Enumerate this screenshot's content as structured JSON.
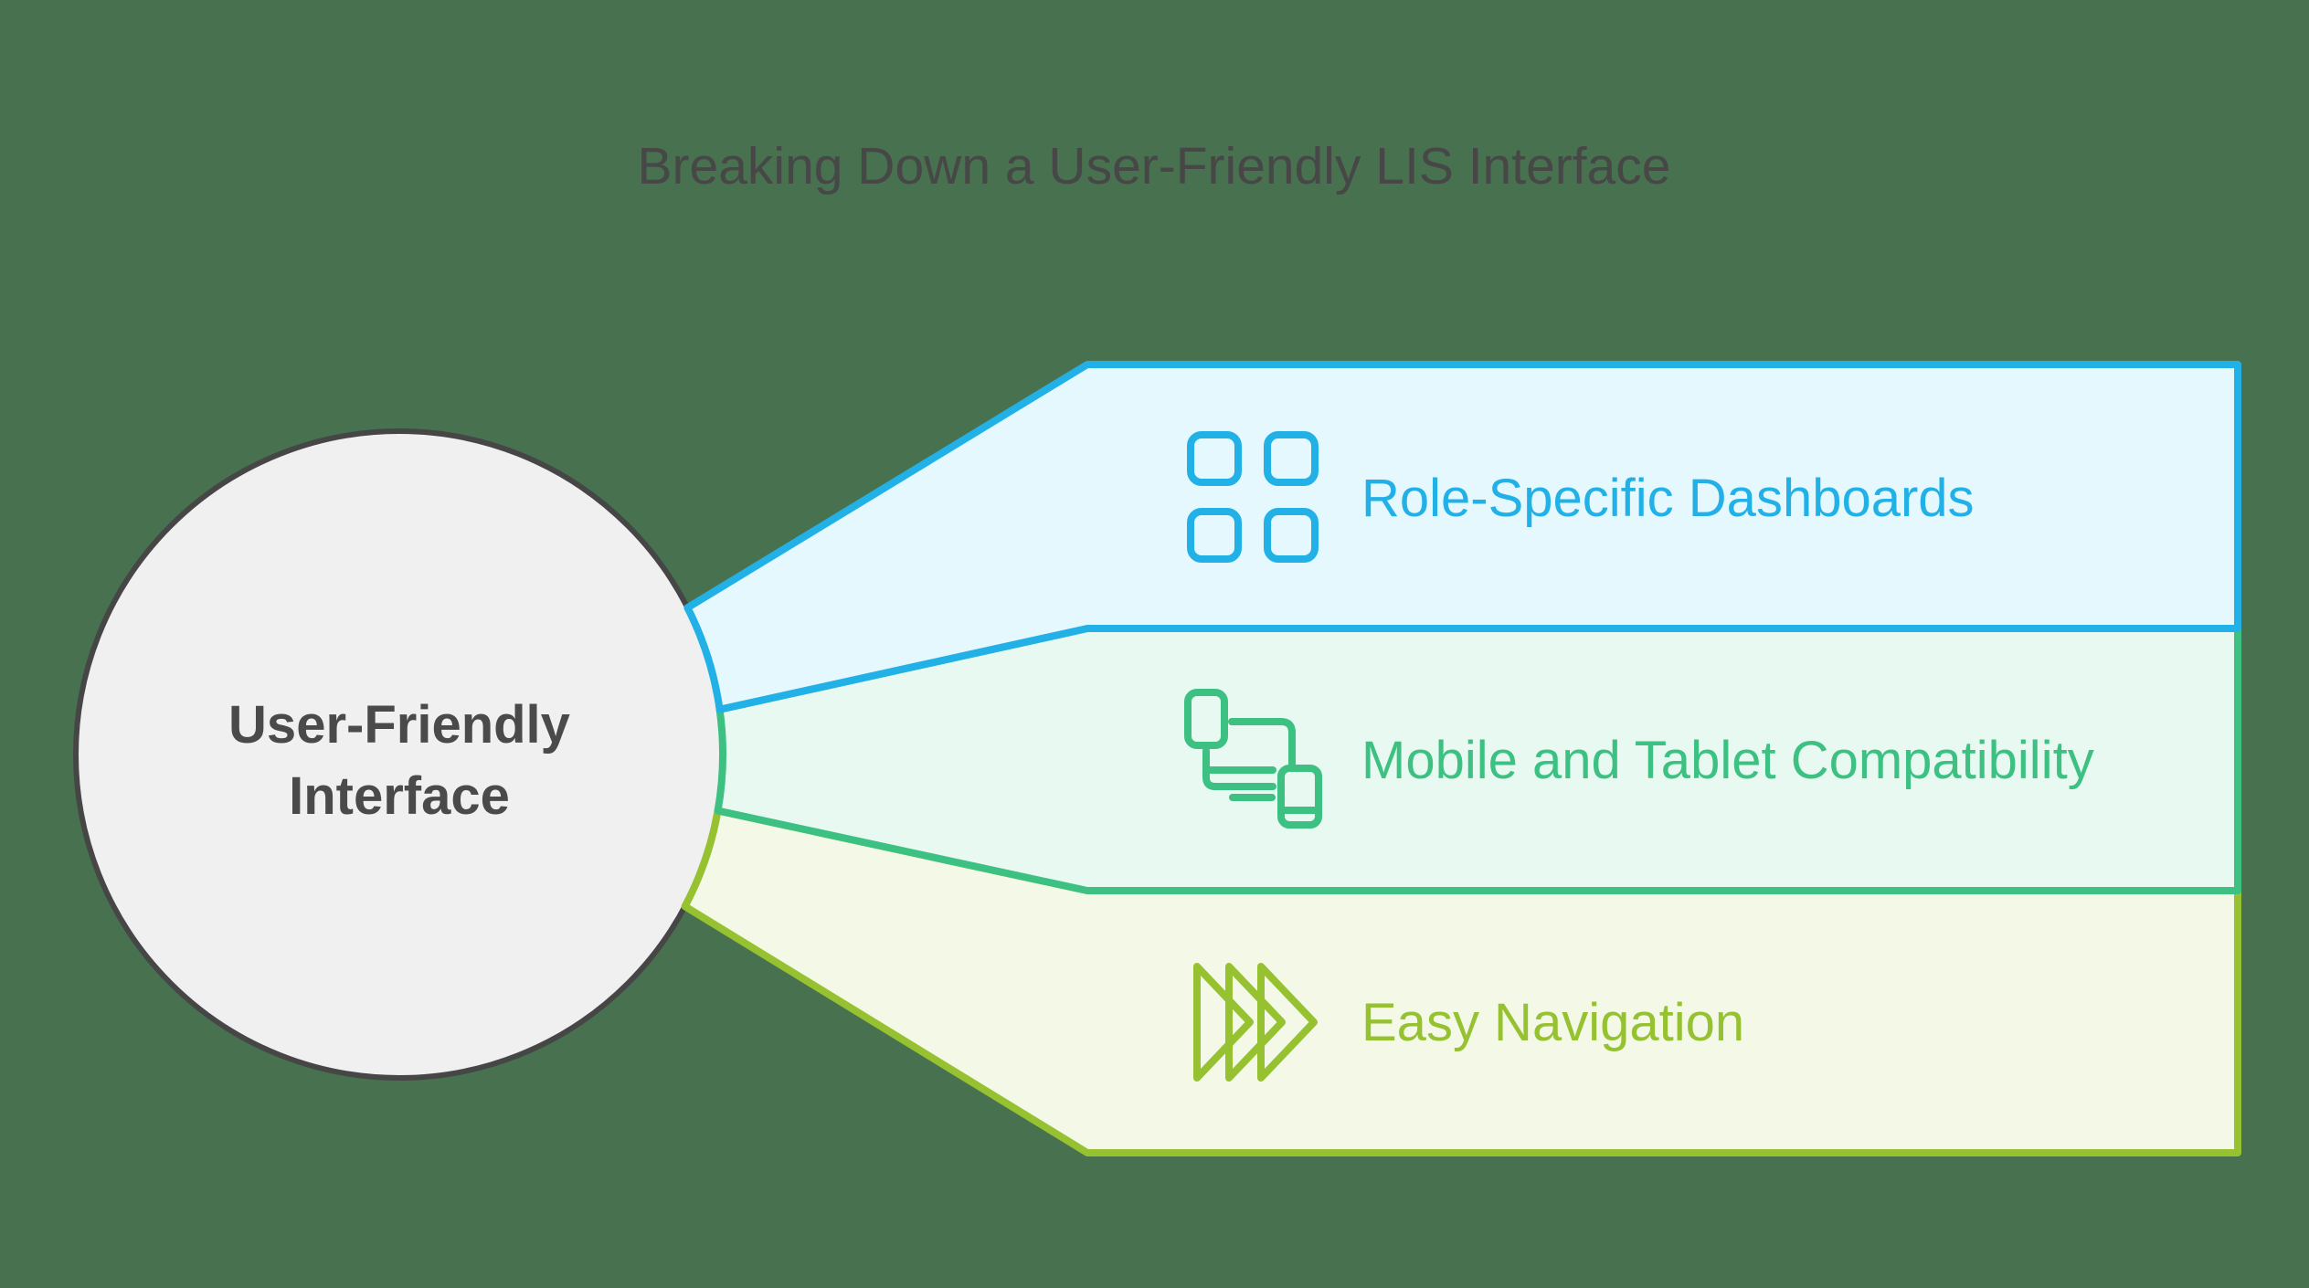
{
  "title": "Breaking Down a User-Friendly LIS Interface",
  "hub": {
    "label_line1": "User-Friendly",
    "label_line2": "Interface"
  },
  "branches": [
    {
      "label": "Role-Specific Dashboards",
      "icon": "dashboard-grid-icon",
      "color": "#22b1e6",
      "fill": "#e4f8fe"
    },
    {
      "label": "Mobile and Tablet Compatibility",
      "icon": "devices-icon",
      "color": "#3dc183",
      "fill": "#e7f9f1"
    },
    {
      "label": "Easy Navigation",
      "icon": "triple-chevron-right-icon",
      "color": "#96c131",
      "fill": "#f3f9e6"
    }
  ],
  "colors": {
    "background": "#47714f",
    "hub_fill": "#f0f0f0",
    "hub_stroke": "#464646",
    "hub_text": "#4a4a4a",
    "title_text": "#474747"
  }
}
